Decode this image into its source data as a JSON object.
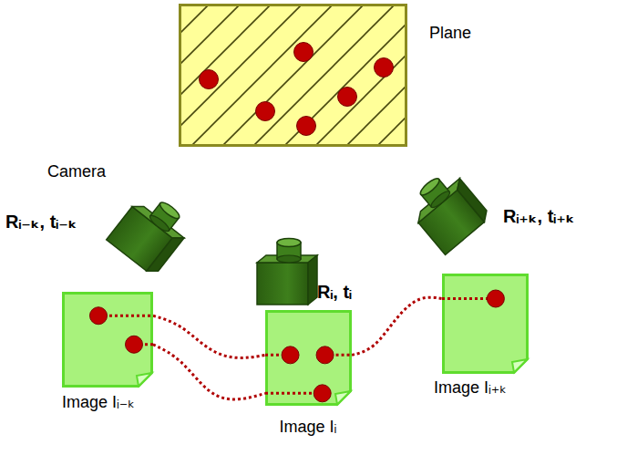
{
  "diagram": {
    "nodes": [
      {
        "text": [
          "Plane"
        ]
      },
      {
        "text": [
          "Image Iᵢ₋ₖ"
        ]
      },
      {
        "text": [
          "Image Iᵢ"
        ]
      },
      {
        "text": [
          "Image Iᵢ₊ₖ"
        ]
      }
    ],
    "edges": [
      {
        "from": 1,
        "to": 2,
        "arrow": "none"
      },
      {
        "from": 1,
        "to": 2,
        "arrow": "none"
      },
      {
        "from": 2,
        "to": 3,
        "arrow": "none"
      }
    ],
    "labels": [
      "Camera",
      "Rᵢ₋ₖ, tᵢ₋ₖ",
      "Rᵢ, tᵢ",
      "Rᵢ₊ₖ, tᵢ₊ₖ"
    ]
  }
}
